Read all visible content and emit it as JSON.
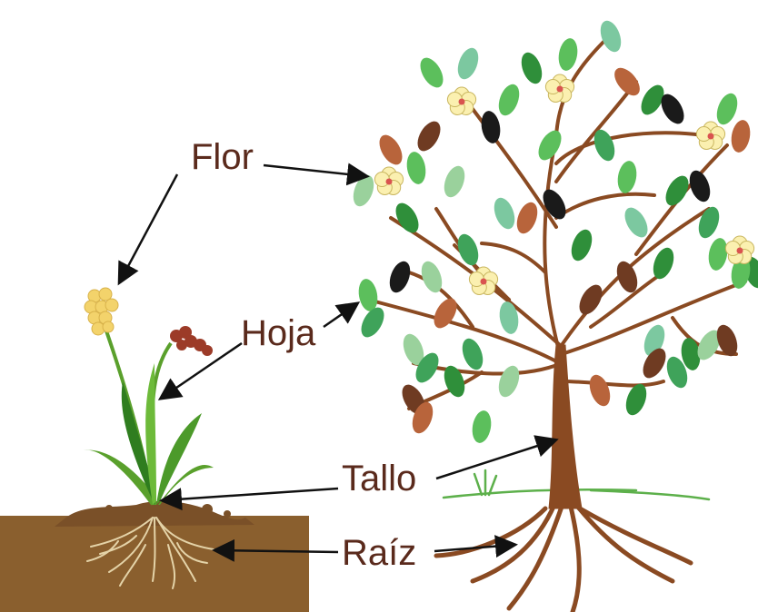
{
  "labels": {
    "flower": "Flor",
    "leaf": "Hoja",
    "stem": "Tallo",
    "root": "Raíz"
  },
  "colors": {
    "label_text": "#5a2a1c",
    "arrow": "#111111",
    "soil": "#8a5f2e",
    "soil_root": "#e4d3a8",
    "plant_green": "#5aa02c",
    "plant_green_dark": "#2f7d1f",
    "flower_yellow": "#f3d36b",
    "seed_red": "#9c3b28",
    "trunk": "#8a4a22",
    "blossom": "#fbf0b0",
    "blossom_center": "#d9534f",
    "grass": "#5db04b"
  },
  "leaf_palette": [
    "#5cbf5c",
    "#2f8f3a",
    "#7cc8a0",
    "#6f3b22",
    "#b8643b",
    "#1a1a1a",
    "#3fa35a",
    "#9ad19c"
  ]
}
